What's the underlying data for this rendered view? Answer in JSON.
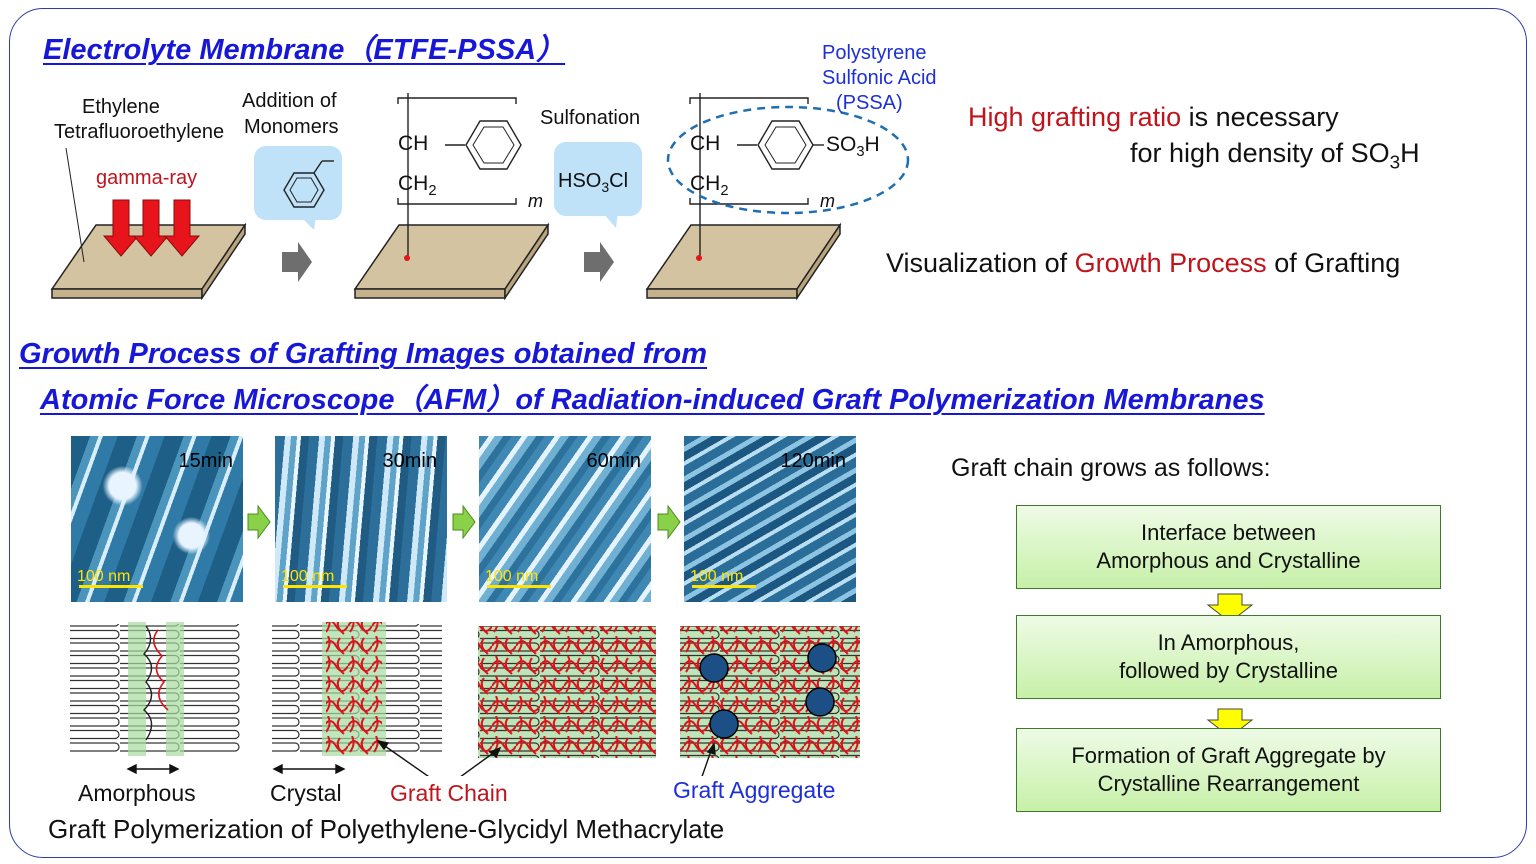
{
  "section1": {
    "title": "Electrolyte Membrane（ETFE-PSSA）"
  },
  "labels": {
    "etfe_line1": "Ethylene",
    "etfe_line2": "Tetrafluoroethylene",
    "gamma": "gamma-ray",
    "addition_line1": "Addition of",
    "addition_line2": "Monomers",
    "sulfonation": "Sulfonation",
    "hso3cl": "HSO",
    "hso3cl_sub": "3",
    "hso3cl_end": "Cl",
    "ch": "CH",
    "ch2": "CH",
    "ch2_sub": "2",
    "m": "m",
    "so3h": "SO",
    "so3h_sub": "3",
    "so3h_end": "H",
    "pssa_line1": "Polystyrene",
    "pssa_line2": "Sulfonic Acid",
    "pssa_line3": "(PSSA)"
  },
  "right_top": {
    "line1_red": "High grafting ratio",
    "line1_rest": " is necessary",
    "line2": "for high density of SO",
    "line2_sub": "3",
    "line2_end": "H",
    "vis_pre": "Visualization of ",
    "vis_red": "Growth Process",
    "vis_post": " of Grafting"
  },
  "section2": {
    "title_line1": "Growth Process of Grafting Images obtained from",
    "title_line2": "Atomic Force Microscope（AFM）of Radiation-induced Graft Polymerization Membranes"
  },
  "afm_images": [
    {
      "time": "15min",
      "scale": "100 nm"
    },
    {
      "time": "30min",
      "scale": "100 nm"
    },
    {
      "time": "60min",
      "scale": "100 nm"
    },
    {
      "time": "120min",
      "scale": "100 nm"
    }
  ],
  "bottom_labels": {
    "amorphous": "Amorphous",
    "crystal": "Crystal",
    "graft_chain": "Graft Chain",
    "graft_aggregate": "Graft Aggregate",
    "caption": "Graft Polymerization of Polyethylene-Glycidyl Methacrylate"
  },
  "flow": {
    "intro": "Graft chain grows as follows:",
    "box1_line1": "Interface between",
    "box1_line2": "Amorphous and Crystalline",
    "box2_line1": "In Amorphous,",
    "box2_line2": "followed by Crystalline",
    "box3_line1": "Formation of Graft Aggregate by",
    "box3_line2": "Crystalline Rearrangement"
  },
  "colors": {
    "title_blue": "#1717d8",
    "accent_red": "#c0141c",
    "box_green": "#c7f0a8",
    "arrow_yellow": "#ffff00",
    "slab": "#d4c3a0"
  }
}
